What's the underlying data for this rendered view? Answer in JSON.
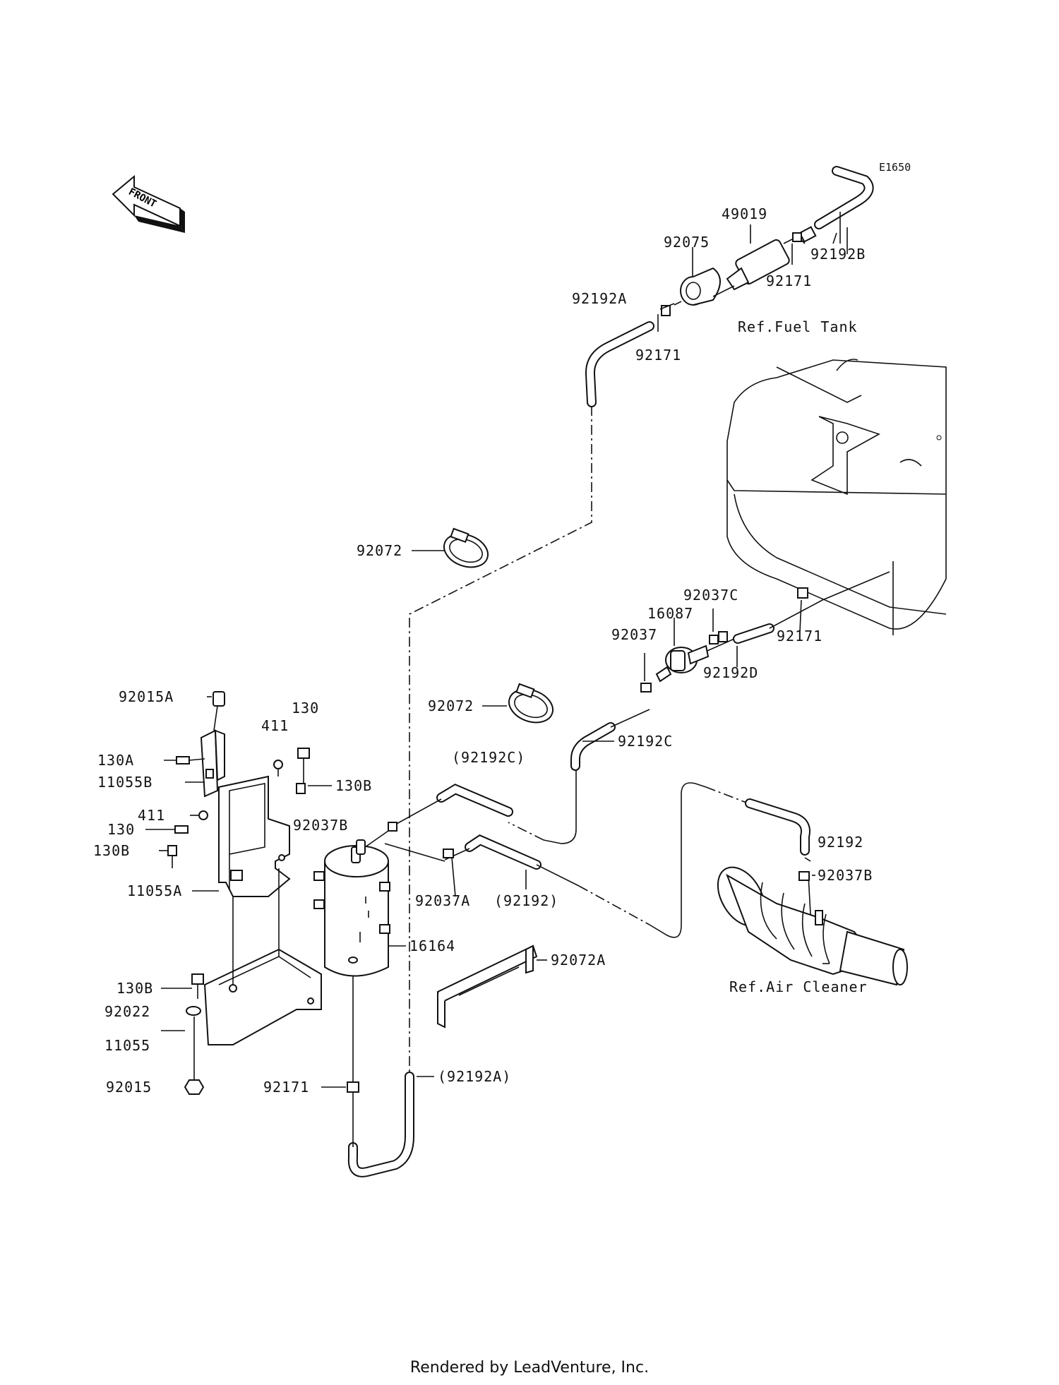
{
  "diagram_code": "E1650",
  "front_label": "FRONT",
  "references": {
    "fuel_tank": "Ref.Fuel Tank",
    "air_cleaner": "Ref.Air Cleaner"
  },
  "callouts": [
    "49019",
    "92075",
    "92192B",
    "92171",
    "92192A",
    "92171",
    "92072",
    "92037C",
    "16087",
    "92037",
    "92171",
    "92192D",
    "92072",
    "92192C",
    "92015A",
    "130",
    "411",
    "130A",
    "11055B",
    "130B",
    "(92192C)",
    "411",
    "92037B",
    "130",
    "130B",
    "92192",
    "92037B",
    "11055A",
    "92037A",
    "(92192)",
    "16164",
    "92072A",
    "130B",
    "92022",
    "11055",
    "92015",
    "92171",
    "(92192A)"
  ],
  "footer": "Rendered by LeadVenture, Inc."
}
